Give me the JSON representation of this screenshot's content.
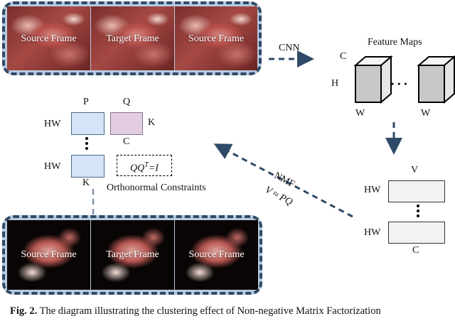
{
  "top_frames": [
    "Source Frame",
    "Target Frame",
    "Source Frame"
  ],
  "bottom_frames": [
    "Source Frame",
    "Target Frame",
    "Source Frame"
  ],
  "cnn_label": "CNN",
  "feature_maps": {
    "title": "Feature Maps",
    "dim_c": "C",
    "dim_h": "H",
    "dim_w_left": "W",
    "dim_w_right": "W",
    "ellipsis": "• • •"
  },
  "matrix_v": {
    "top": "V",
    "row1": "HW",
    "row2": "HW",
    "bottom": "C"
  },
  "nmf": {
    "label": "NMF",
    "formula": "V ≈ PQ"
  },
  "matrix_pq": {
    "p_label": "P",
    "q_label": "Q",
    "hw_top": "HW",
    "k_right": "K",
    "c_below_q": "C",
    "hw_bottom": "HW",
    "k_below": "K"
  },
  "constraint": {
    "text_main": "QQ",
    "text_sup": "T",
    "text_rest": "=I",
    "label": "Orthonormal Constraints"
  },
  "caption": {
    "prefix": "Fig. 2.",
    "text": " The diagram illustrating the clustering effect of Non-negative Matrix Factorization"
  }
}
